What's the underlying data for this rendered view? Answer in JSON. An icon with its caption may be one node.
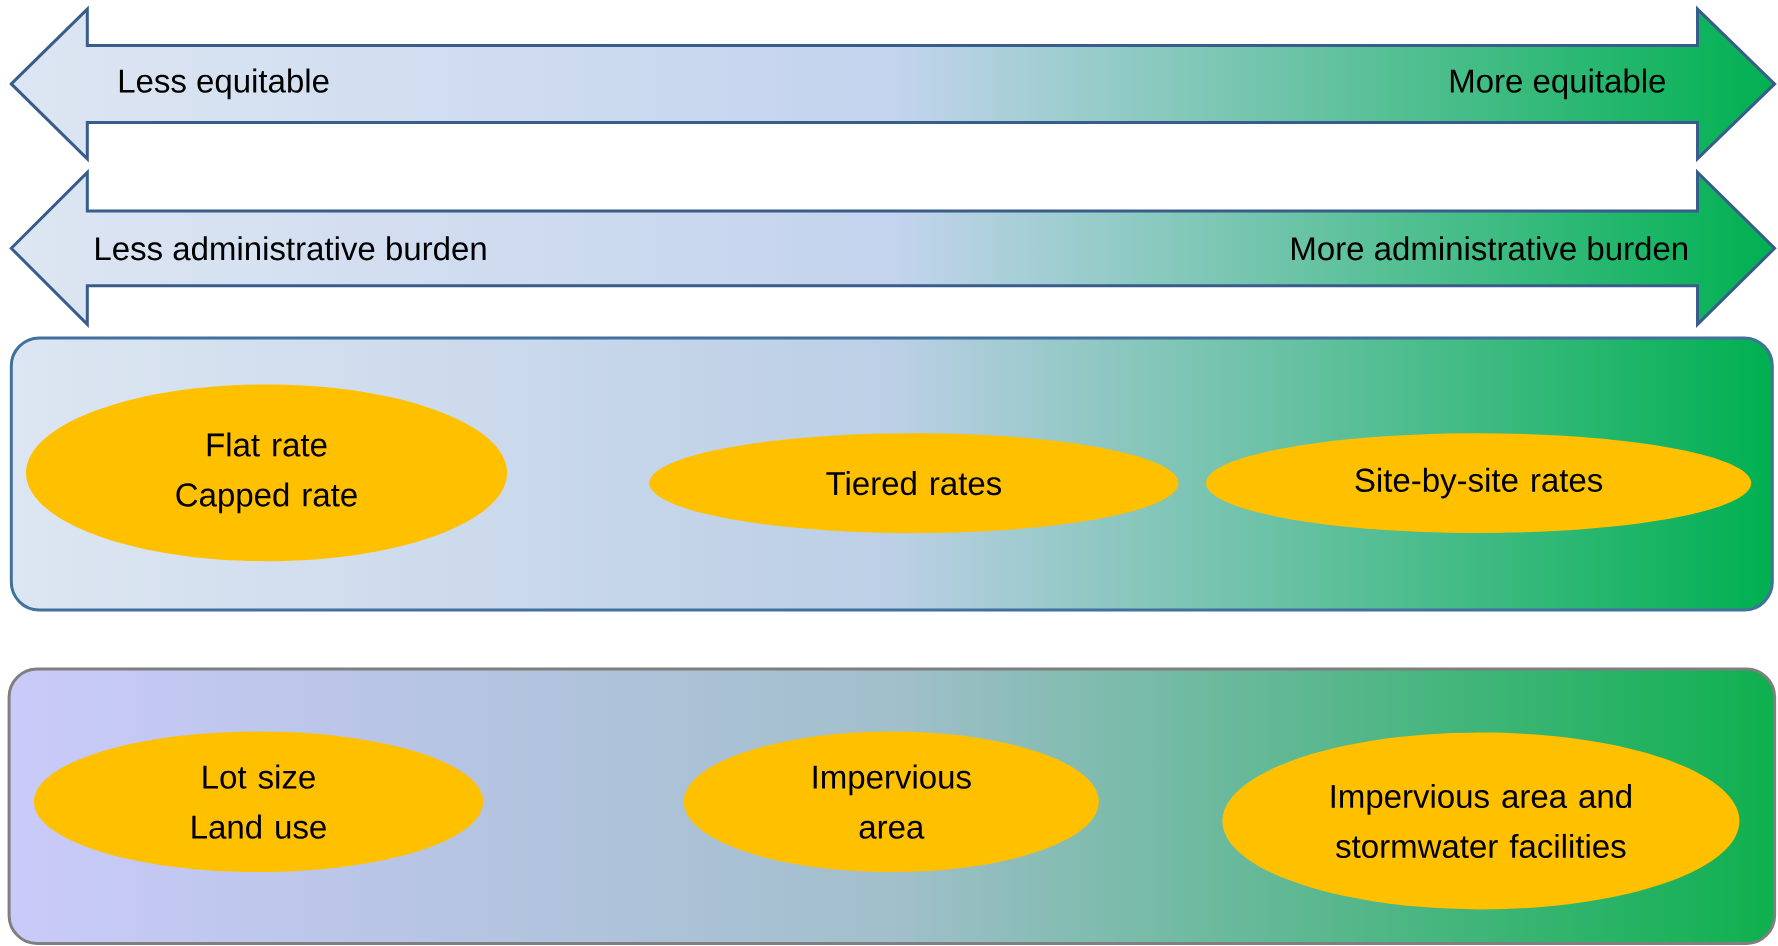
{
  "diagram": {
    "nodes": [
      {
        "text": [
          "Less equitable",
          "More equitable"
        ]
      },
      {
        "text": [
          "Less administrative burden",
          "More administrative burden"
        ]
      },
      {
        "text": [],
        "shape": "box"
      },
      {
        "text": [
          "Flat rate",
          "Capped rate"
        ],
        "in": 2
      },
      {
        "text": [
          "Tiered rates"
        ],
        "in": 2
      },
      {
        "text": [
          "Site-by-site rates"
        ],
        "in": 2
      },
      {
        "text": [],
        "shape": "box"
      },
      {
        "text": [
          "Lot size",
          "Land use"
        ],
        "in": 6
      },
      {
        "text": [
          "Impervious area"
        ],
        "in": 6
      },
      {
        "text": [
          "Impervious area and stormwater facilities"
        ],
        "in": 6
      }
    ]
  }
}
